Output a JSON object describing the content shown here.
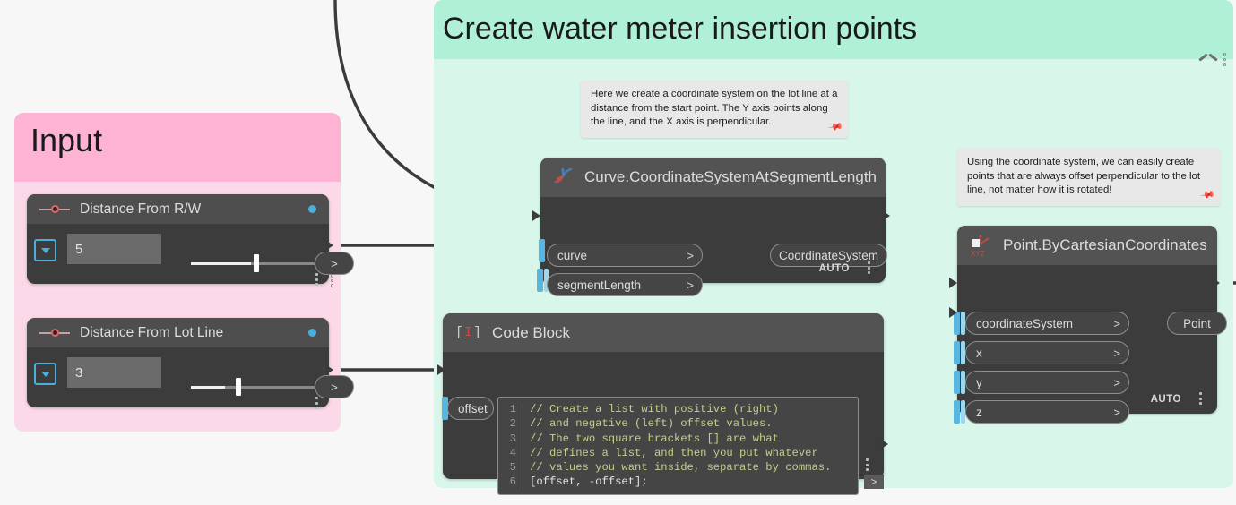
{
  "canvas": {
    "background": "#f7f7f7"
  },
  "groups": [
    {
      "id": "input-group",
      "title": "Input",
      "header_color": "#ffb3d4",
      "body_color": "#fbd9e8",
      "collapse_icon": "chevron-up-icon",
      "menu_icon": "three-dots-icon"
    },
    {
      "id": "water-meter-group",
      "title": "Create water meter insertion points",
      "header_color": "#aff0d7",
      "body_color": "#d8f7ea",
      "collapse_icon": "chevron-up-icon",
      "menu_icon": "three-dots-icon"
    }
  ],
  "notes": [
    {
      "id": "note-coordinate-system",
      "text": "Here we create a coordinate system on the lot line at a distance from the start point. The Y axis points along the line, and the X axis is perpendicular.",
      "pin_icon": "pushpin-icon"
    },
    {
      "id": "note-offset-points",
      "text": "Using the coordinate system, we can easily create points that are always offset perpendicular to the lot line, not matter how it is rotated!",
      "pin_icon": "pushpin-icon"
    }
  ],
  "nodes": {
    "slider_distance_rw": {
      "title": "Distance From R/W",
      "icon": "number-slider-icon",
      "status_icon": "blue-dot-icon",
      "dropdown_icon": "chevron-down-icon",
      "value": "5",
      "slider_percent": 47,
      "output_caret": ">",
      "menu_icon": "vertical-dots-icon"
    },
    "slider_distance_lot_line": {
      "title": "Distance From Lot Line",
      "icon": "number-slider-icon",
      "status_icon": "blue-dot-icon",
      "dropdown_icon": "chevron-down-icon",
      "value": "3",
      "slider_percent": 27,
      "output_caret": ">",
      "menu_icon": "vertical-dots-icon"
    },
    "curve_cs_at_segment_length": {
      "title": "Curve.CoordinateSystemAtSegmentLength",
      "icon": "curve-coordinate-system-icon",
      "inputs": [
        {
          "label": "curve",
          "caret": ">"
        },
        {
          "label": "segmentLength",
          "caret": ">"
        }
      ],
      "outputs": [
        {
          "label": "CoordinateSystem"
        }
      ],
      "run_mode": "AUTO",
      "menu_icon": "vertical-dots-icon"
    },
    "code_block": {
      "title": "Code Block",
      "icon": "code-block-icon",
      "input_port": "offset",
      "output_caret": ">",
      "menu_icon": "vertical-dots-icon",
      "code_lines": [
        {
          "n": "1",
          "text": "// Create a list with positive (right)",
          "kind": "comment"
        },
        {
          "n": "2",
          "text": "// and negative (left) offset values.",
          "kind": "comment"
        },
        {
          "n": "3",
          "text": "// The two square brackets [] are what",
          "kind": "comment"
        },
        {
          "n": "4",
          "text": "// defines a list, and then you put whatever",
          "kind": "comment"
        },
        {
          "n": "5",
          "text": "// values you want inside, separate by commas.",
          "kind": "comment"
        },
        {
          "n": "6",
          "text": "[offset, -offset];",
          "kind": "code"
        }
      ]
    },
    "point_by_cartesian": {
      "title": "Point.ByCartesianCoordinates",
      "icon": "point-xyz-icon",
      "icon_label": "XYZ",
      "inputs": [
        {
          "label": "coordinateSystem",
          "caret": ">"
        },
        {
          "label": "x",
          "caret": ">"
        },
        {
          "label": "y",
          "caret": ">"
        },
        {
          "label": "z",
          "caret": ">"
        }
      ],
      "outputs": [
        {
          "label": "Point"
        }
      ],
      "run_mode": "AUTO",
      "menu_icon": "vertical-dots-icon"
    }
  },
  "colors": {
    "node_body": "#3c3c3c",
    "node_header": "#535353",
    "port_fill": "#454545",
    "port_connector": "#58b6e0",
    "wire": "#3b3b3b",
    "accent_blue": "#4aaede"
  }
}
